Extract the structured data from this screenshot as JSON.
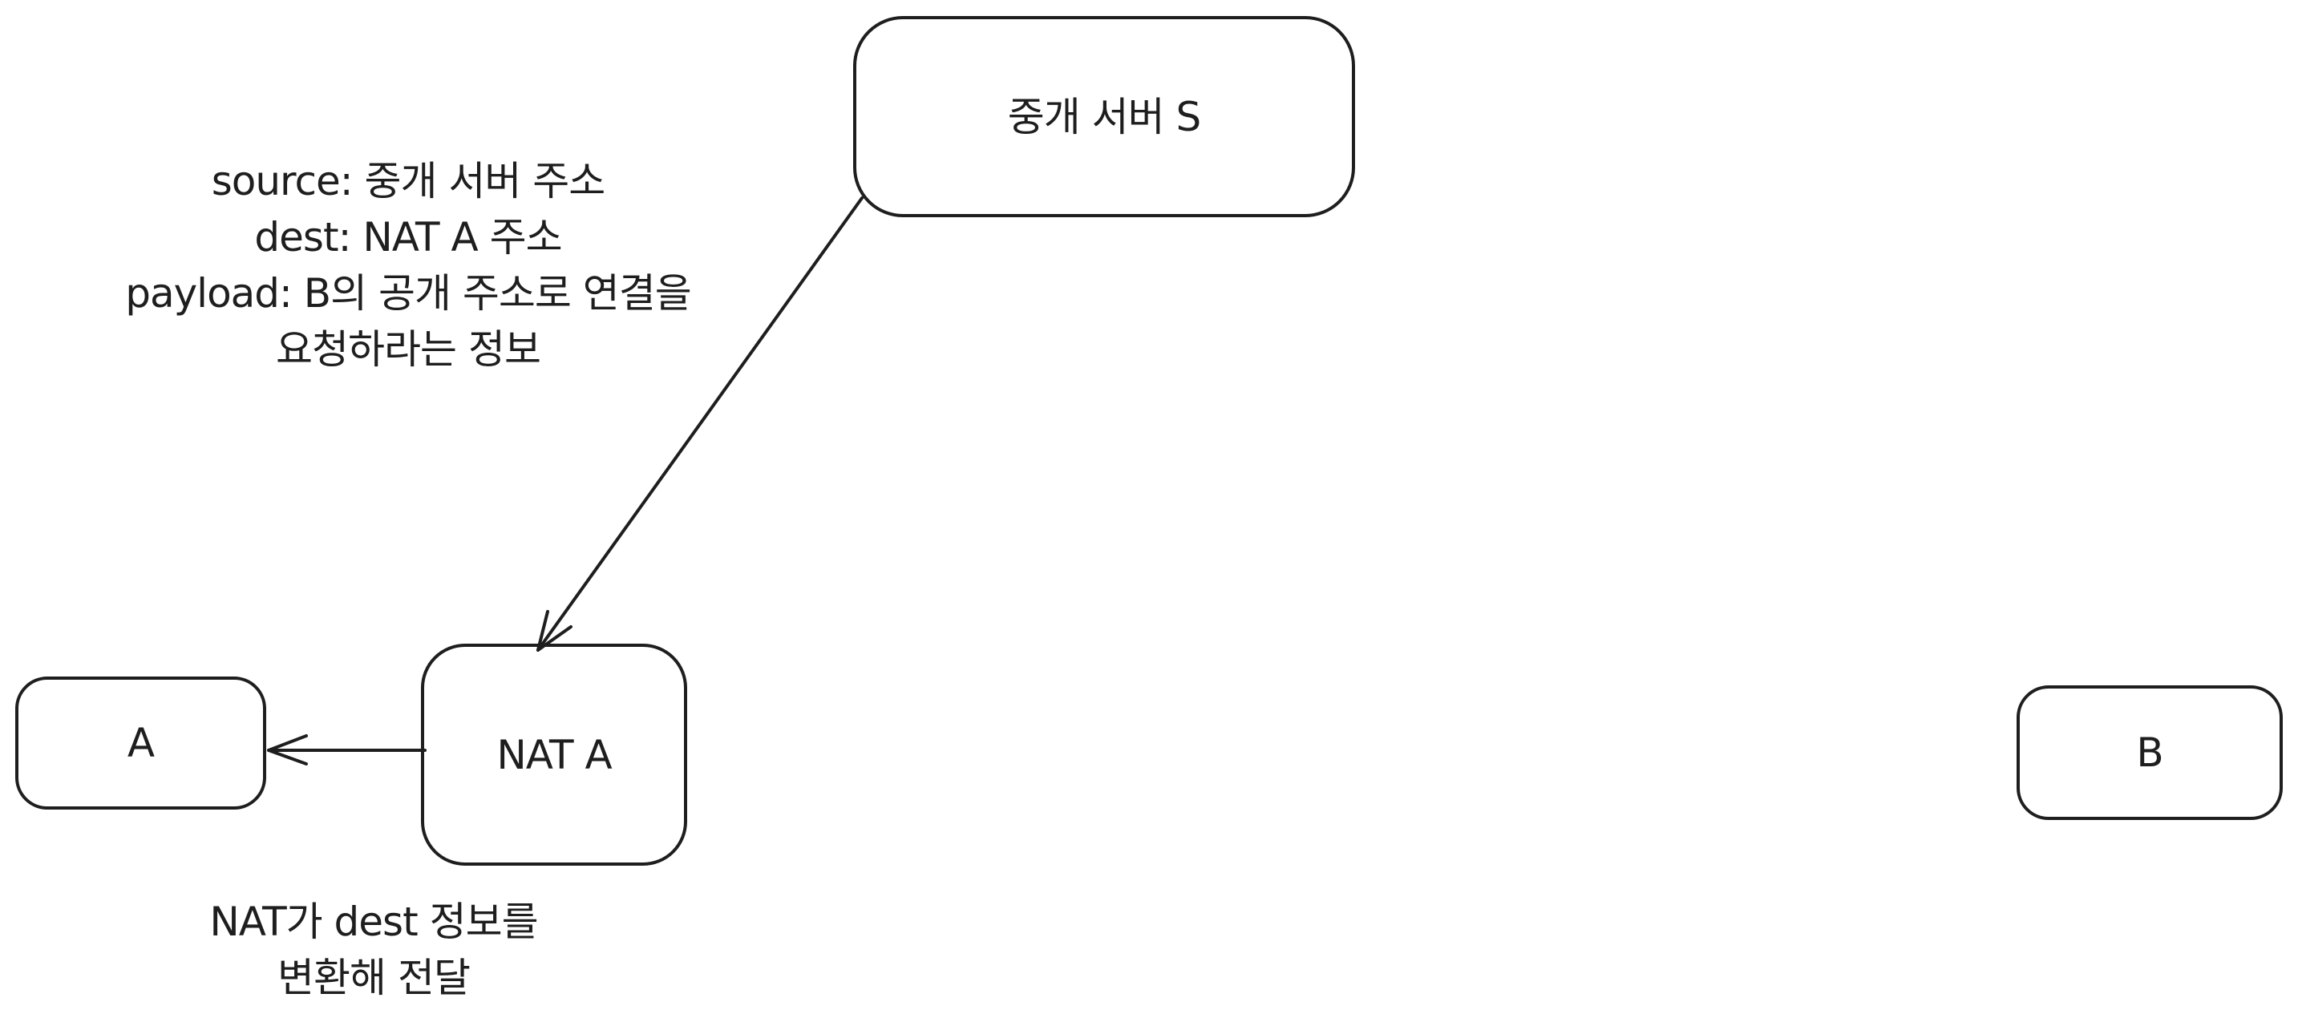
{
  "diagram": {
    "stroke_color": "#1e1e1e",
    "background_color": "#ffffff",
    "nodes": {
      "relay_server": {
        "label": "중개 서버 S"
      },
      "host_a": {
        "label": "A"
      },
      "nat_a": {
        "label": "NAT A"
      },
      "host_b": {
        "label": "B"
      }
    },
    "edges": [
      {
        "from": "중개 서버 S",
        "to": "NAT A",
        "type": "arrow"
      },
      {
        "from": "NAT A",
        "to": "A",
        "type": "arrow"
      }
    ],
    "annotations": {
      "packet_info": {
        "lines": [
          "source: 중개 서버 주소",
          "dest: NAT A 주소",
          "payload: B의 공개 주소로 연결을",
          "요청하라는 정보"
        ]
      },
      "nat_translation": {
        "lines": [
          "NAT가 dest 정보를",
          "변환해 전달"
        ]
      }
    }
  }
}
